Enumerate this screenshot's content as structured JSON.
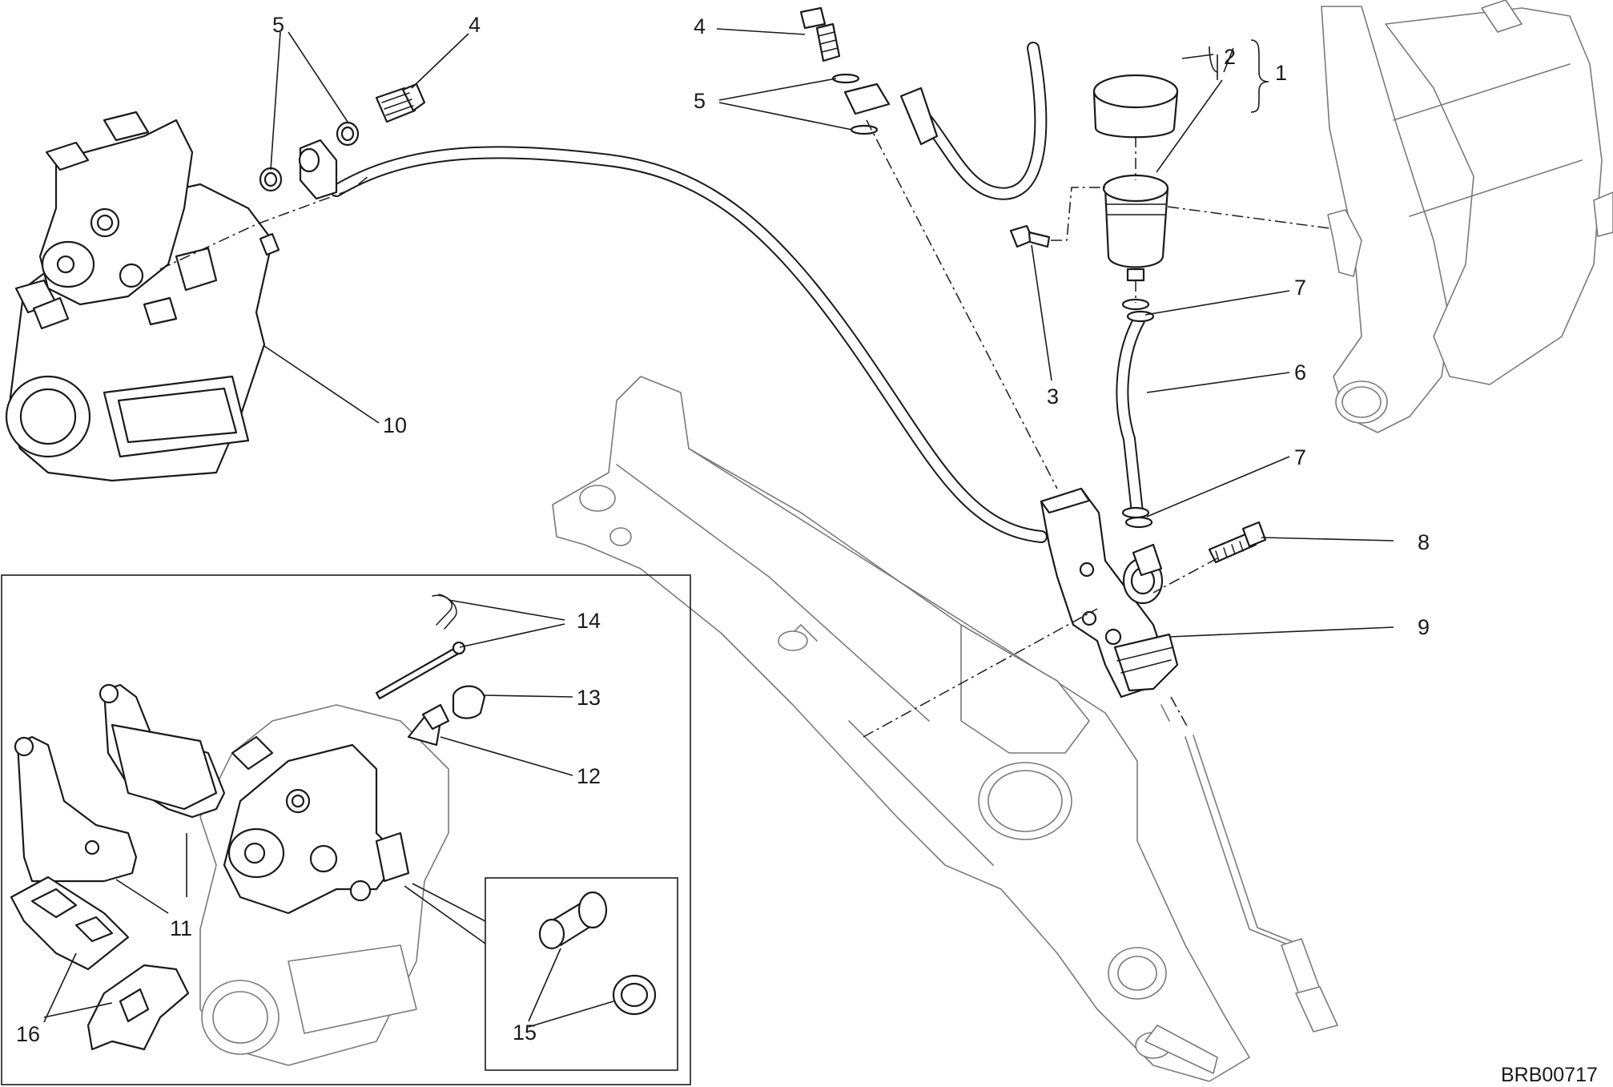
{
  "drawing_code": "BRB00717",
  "callouts": {
    "c1": "1",
    "c2": "2",
    "c3": "3",
    "c4a": "4",
    "c4b": "4",
    "c5a": "5",
    "c5b": "5",
    "c6": "6",
    "c7a": "7",
    "c7b": "7",
    "c8": "8",
    "c9": "9",
    "c10": "10",
    "c11": "11",
    "c12": "12",
    "c13": "13",
    "c14": "14",
    "c15": "15",
    "c16": "16"
  },
  "colors": {
    "line": "#1a1a1a",
    "ghost": "#7a7a7a",
    "background": "#ffffff"
  }
}
